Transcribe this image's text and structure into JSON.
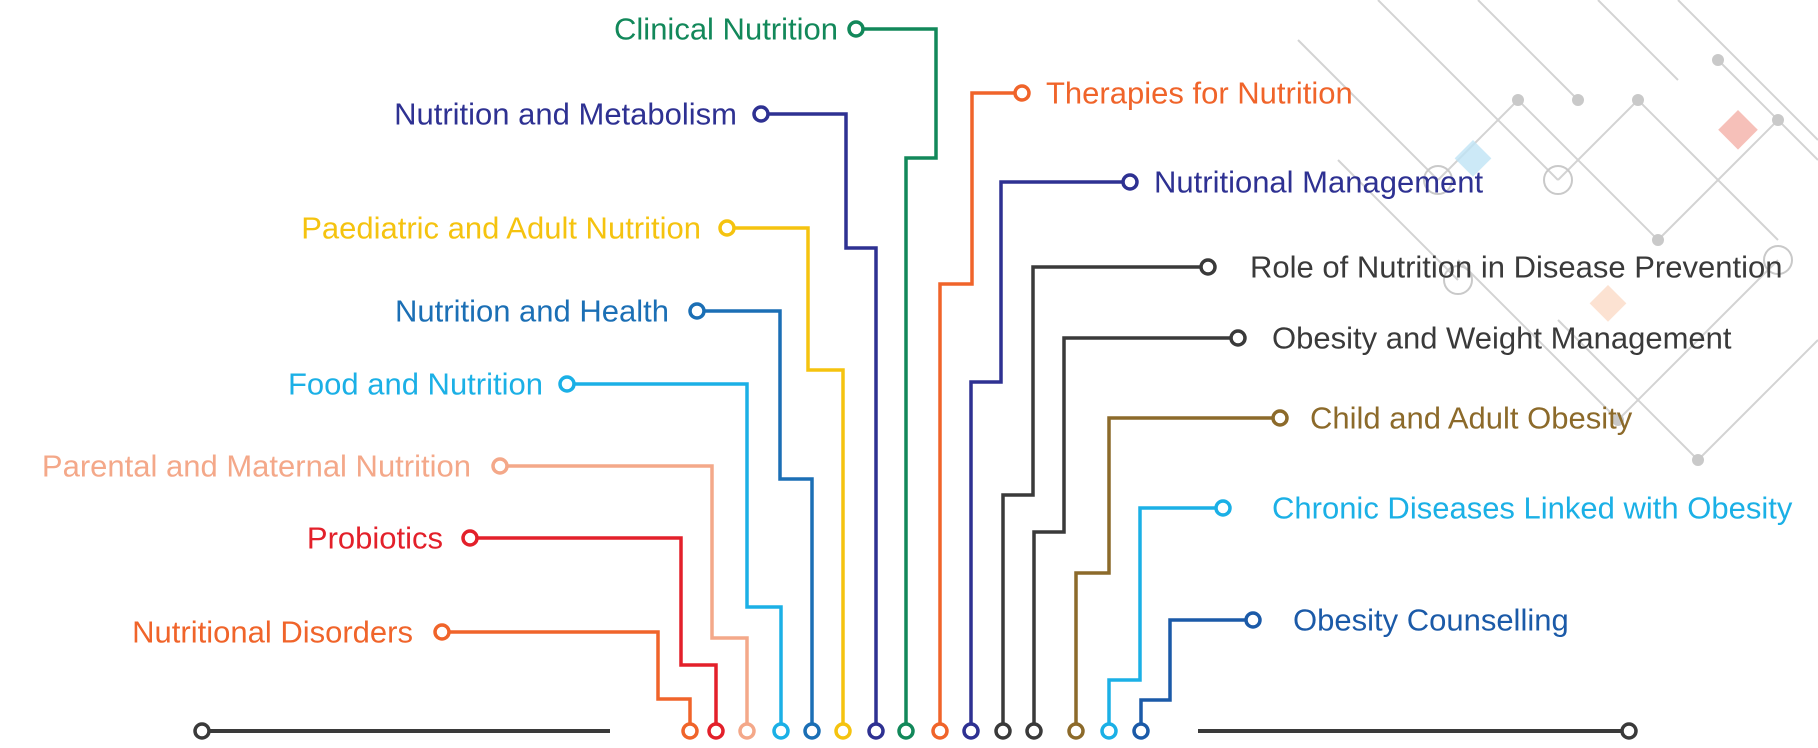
{
  "topics_left": [
    {
      "label": "Clinical Nutrition",
      "color": "#12885a"
    },
    {
      "label": "Nutrition and Metabolism",
      "color": "#2e3192"
    },
    {
      "label": "Paediatric and Adult Nutrition",
      "color": "#f5c30f"
    },
    {
      "label": "Nutrition and Health",
      "color": "#1b6fb5"
    },
    {
      "label": "Food and Nutrition",
      "color": "#1bb0e6"
    },
    {
      "label": "Parental and Maternal Nutrition",
      "color": "#f4a889"
    },
    {
      "label": "Probiotics",
      "color": "#e3202a"
    },
    {
      "label": "Nutritional Disorders",
      "color": "#f0642a"
    }
  ],
  "topics_right": [
    {
      "label": "Therapies for Nutrition",
      "color": "#f0642a"
    },
    {
      "label": "Nutritional Management",
      "color": "#2e3192"
    },
    {
      "label": "Role of Nutrition in Disease Prevention",
      "color": "#3a3a3a"
    },
    {
      "label": "Obesity and Weight Management",
      "color": "#3a3a3a"
    },
    {
      "label": "Child and Adult Obesity",
      "color": "#8c6a2a"
    },
    {
      "label": "Chronic Diseases Linked with Obesity",
      "color": "#1bb0e6"
    },
    {
      "label": "Obesity Counselling",
      "color": "#1b5aa8"
    }
  ],
  "baseline_color": "#3a3a3a",
  "pattern_color": "#c9c9c9"
}
